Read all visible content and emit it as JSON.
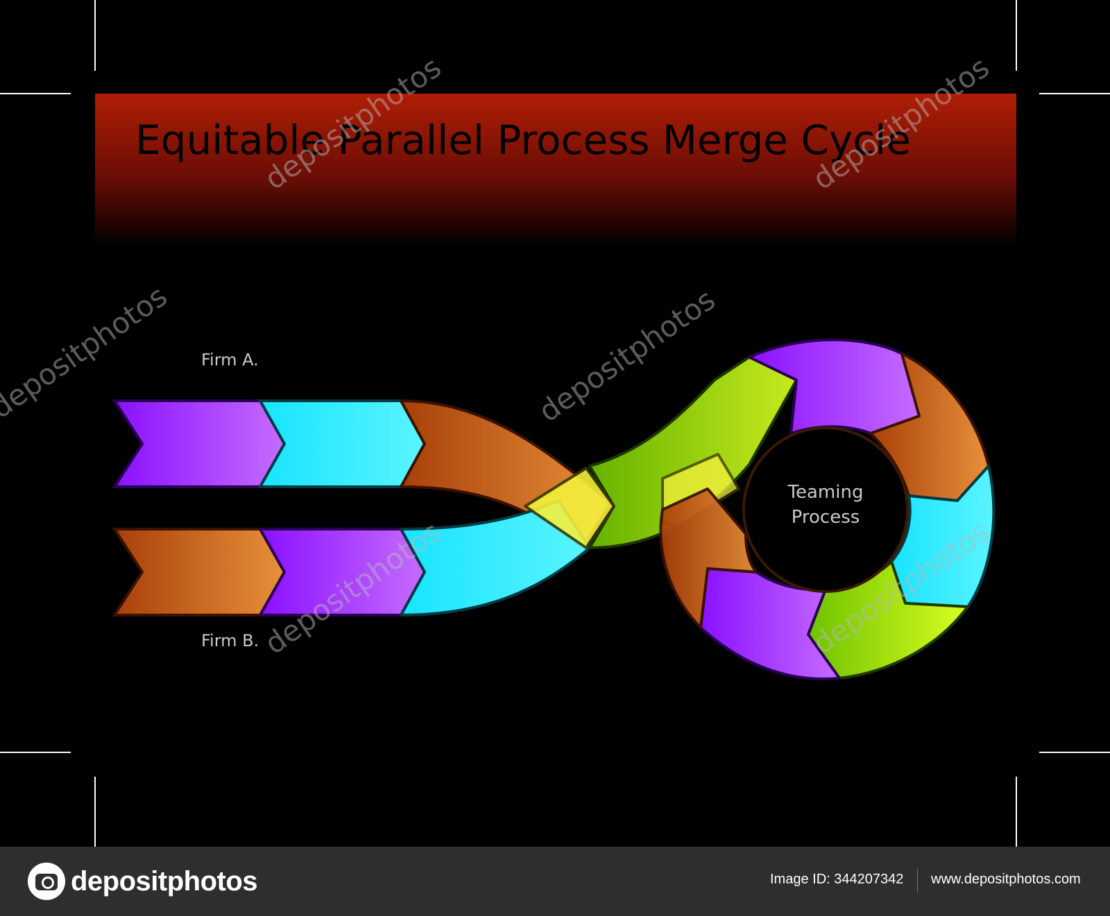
{
  "diagram": {
    "title": "Equitable Parallel Process Merge Cycle",
    "firm_a_label": "Firm A.",
    "firm_b_label": "Firm B.",
    "center_label_line1": "Teaming",
    "center_label_line2": "Process"
  },
  "watermark": {
    "text": "depositphotos"
  },
  "footer": {
    "logo_text": "depositphotos",
    "image_id": "Image ID: 344207342",
    "site_url": "www.depositphotos.com"
  },
  "colors": {
    "purple": "#9a1cff",
    "cyan": "#1de8ff",
    "orange": "#c0520f",
    "green": "#8fd400",
    "yellow": "#f0f040",
    "title_band": "#b01e05"
  }
}
